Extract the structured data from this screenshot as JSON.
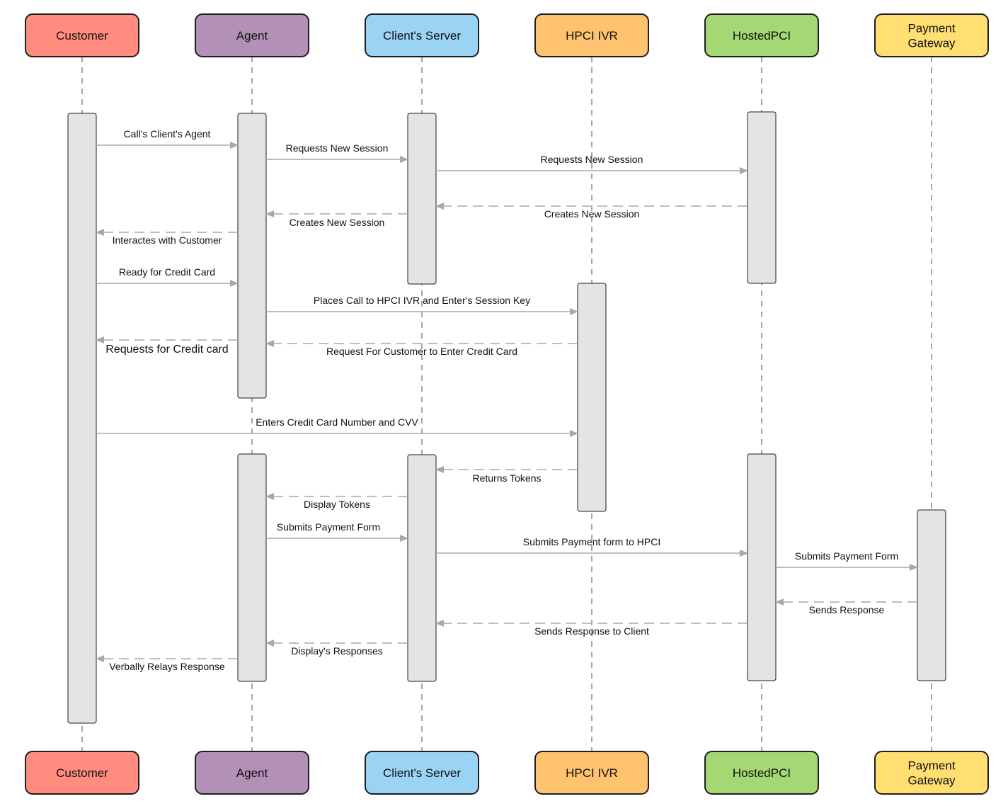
{
  "participants": [
    {
      "name": "Customer",
      "lines": [
        "Customer"
      ],
      "color": "#ff8c7e"
    },
    {
      "name": "Agent",
      "lines": [
        "Agent"
      ],
      "color": "#b391b7"
    },
    {
      "name": "Client's Server",
      "lines": [
        "Client's Server"
      ],
      "color": "#9bd3f4"
    },
    {
      "name": "HPCI IVR",
      "lines": [
        "HPCI IVR"
      ],
      "color": "#ffc26e"
    },
    {
      "name": "HostedPCI",
      "lines": [
        "HostedPCI"
      ],
      "color": "#a3d874"
    },
    {
      "name": "Payment Gateway",
      "lines": [
        "Payment",
        "Gateway"
      ],
      "color": "#ffdf71"
    }
  ],
  "messages": [
    {
      "from": 0,
      "to": 1,
      "label": "Call's Client's Agent",
      "type": "solid"
    },
    {
      "from": 1,
      "to": 2,
      "label": "Requests New Session",
      "type": "solid"
    },
    {
      "from": 2,
      "to": 4,
      "label": "Requests New Session",
      "type": "solid"
    },
    {
      "from": 4,
      "to": 2,
      "label": "Creates New Session",
      "type": "dashed"
    },
    {
      "from": 2,
      "to": 1,
      "label": "Creates New Session",
      "type": "dashed"
    },
    {
      "from": 1,
      "to": 0,
      "label": "Interactes with Customer",
      "type": "dashed"
    },
    {
      "from": 0,
      "to": 1,
      "label": "Ready for Credit Card",
      "type": "solid"
    },
    {
      "from": 1,
      "to": 3,
      "label": "Places Call to HPCI IVR and Enter's Session Key",
      "type": "solid"
    },
    {
      "from": 1,
      "to": 0,
      "label": "Requests for Credit card",
      "type": "dashed"
    },
    {
      "from": 3,
      "to": 1,
      "label": "Request For Customer to Enter Credit Card",
      "type": "dashed"
    },
    {
      "from": 0,
      "to": 3,
      "label": "Enters Credit Card Number and CVV",
      "type": "solid"
    },
    {
      "from": 3,
      "to": 2,
      "label": "Returns Tokens",
      "type": "dashed"
    },
    {
      "from": 2,
      "to": 1,
      "label": "Display Tokens",
      "type": "dashed"
    },
    {
      "from": 1,
      "to": 2,
      "label": "Submits Payment Form",
      "type": "solid"
    },
    {
      "from": 2,
      "to": 4,
      "label": "Submits Payment form to HPCI",
      "type": "solid"
    },
    {
      "from": 4,
      "to": 5,
      "label": "Submits Payment Form",
      "type": "solid"
    },
    {
      "from": 5,
      "to": 4,
      "label": "Sends Response",
      "type": "dashed"
    },
    {
      "from": 4,
      "to": 2,
      "label": "Sends Response to Client",
      "type": "dashed"
    },
    {
      "from": 2,
      "to": 1,
      "label": "Display's Responses",
      "type": "dashed"
    },
    {
      "from": 1,
      "to": 0,
      "label": "Verbally Relays Response",
      "type": "dashed"
    }
  ]
}
